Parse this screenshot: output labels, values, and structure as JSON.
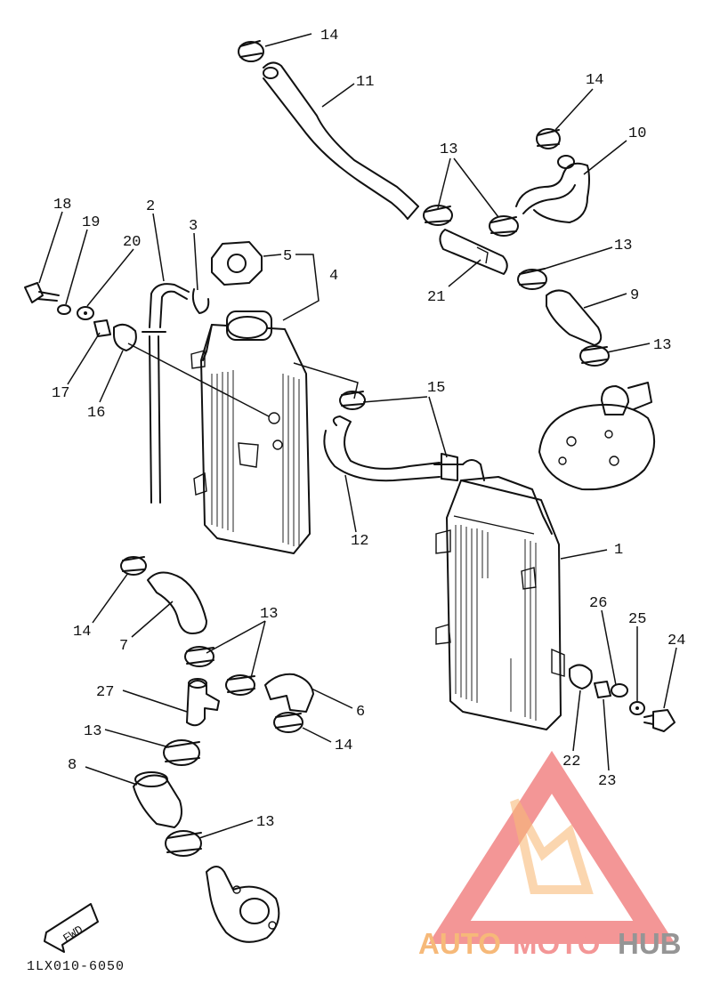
{
  "callouts": {
    "c1": "1",
    "c2": "2",
    "c3": "3",
    "c4": "4",
    "c5": "5",
    "c6": "6",
    "c7": "7",
    "c8": "8",
    "c9": "9",
    "c10": "10",
    "c11": "11",
    "c12": "12",
    "c13a": "13",
    "c13b": "13",
    "c13c": "13",
    "c13d": "13",
    "c13e": "13",
    "c13f": "13",
    "c14a": "14",
    "c14b": "14",
    "c14c": "14",
    "c14d": "14",
    "c15": "15",
    "c16": "16",
    "c17": "17",
    "c18": "18",
    "c19": "19",
    "c20": "20",
    "c21": "21",
    "c22": "22",
    "c23": "23",
    "c24": "24",
    "c25": "25",
    "c26": "26",
    "c27": "27"
  },
  "fwd_label": "FWD",
  "diagram_code": "1LX010-6050",
  "watermark": {
    "part1": "AUTO",
    "part2": "MOTO",
    "part3": "HUB",
    "color_orange": "#f6b26b",
    "color_red": "#f28b8b",
    "color_gray": "#8a8a8a"
  }
}
